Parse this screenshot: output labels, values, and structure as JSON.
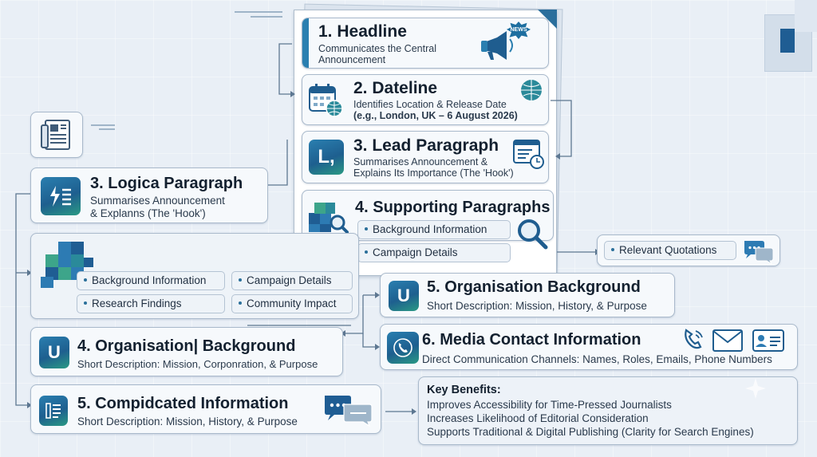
{
  "nodes": {
    "headline": {
      "title": "1. Headline",
      "desc": [
        "Communicates the Central",
        "Announcement"
      ],
      "badge": "NEWS"
    },
    "dateline": {
      "title": "2. Dateline",
      "desc": [
        "Identifies Location & Release Date",
        "(e.g., London, UK – 6 August 2026)"
      ]
    },
    "lead": {
      "title": "3. Lead Paragraph",
      "desc": [
        "Summarises Announcement &",
        "Explains Its Importance (The 'Hook')"
      ],
      "glyph": "L,"
    },
    "supporting": {
      "title": "4. Supporting Paragraphs",
      "items": [
        "Background Information",
        "Campaign Details"
      ]
    },
    "quotations": {
      "label": "Relevant Quotations"
    },
    "logica": {
      "title": "3. Logica Paragraph",
      "desc": [
        "Summarises Announcement",
        "& Explanns (The 'Hook')"
      ]
    },
    "details": {
      "items": [
        "Background Information",
        "Campaign Details",
        "Research Findings",
        "Community Impact"
      ]
    },
    "org_right": {
      "title": "5. Organisation Background",
      "desc": [
        "Short Description: Mission, History, & Purpose"
      ],
      "glyph": "U"
    },
    "media": {
      "title": "6. Media Contact Information",
      "desc": [
        "Direct Communication Channels: Names, Roles, Emails, Phone Numbers"
      ]
    },
    "org_left": {
      "title": "4. Organisation| Background",
      "desc": [
        "Short Description: Mission, Corponration, & Purpose"
      ],
      "glyph": "U"
    },
    "complicated": {
      "title": "5. Compidcated Information",
      "desc": [
        "Short Description: Mission, History, & Purpose"
      ]
    },
    "benefits": {
      "title": "Key Benefits:",
      "items": [
        "Improves Accessibility for Time-Pressed Journalists",
        "Increases Likelihood of Editorial Consideration",
        "Supports Traditional & Digital Publishing (Clarity for Search Engines)"
      ]
    }
  },
  "colors": {
    "accent": "#2a7fb0",
    "teal": "#2a9a84",
    "border": "#a9b9cb",
    "background": "#e9eff6",
    "connector": "#5d7791"
  }
}
